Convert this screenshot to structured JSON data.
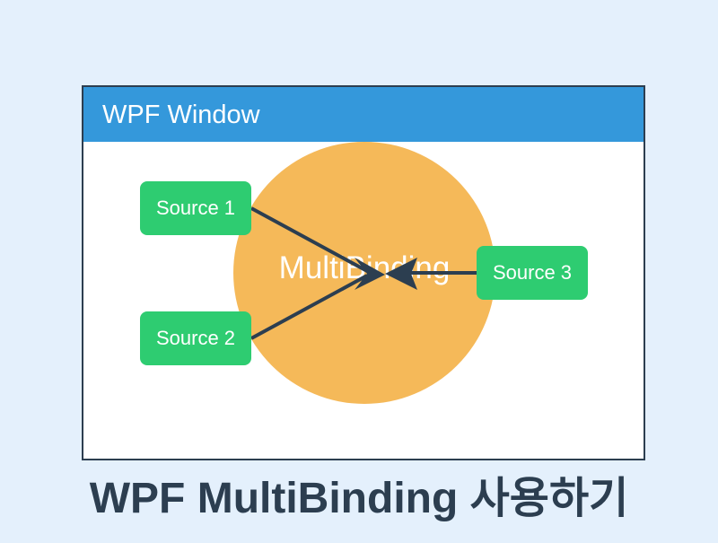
{
  "window": {
    "title": "WPF Window"
  },
  "diagram": {
    "center_label": "MultiBinding",
    "sources": [
      "Source 1",
      "Source 2",
      "Source 3"
    ]
  },
  "caption": "WPF MultiBinding 사용하기",
  "colors": {
    "background": "#e4f0fc",
    "titlebar": "#3498db",
    "window_border": "#2c3e50",
    "multibinding_circle": "#f5b959",
    "source_box": "#2ecc71",
    "arrow": "#2c3e50",
    "caption_text": "#2c3e50"
  }
}
